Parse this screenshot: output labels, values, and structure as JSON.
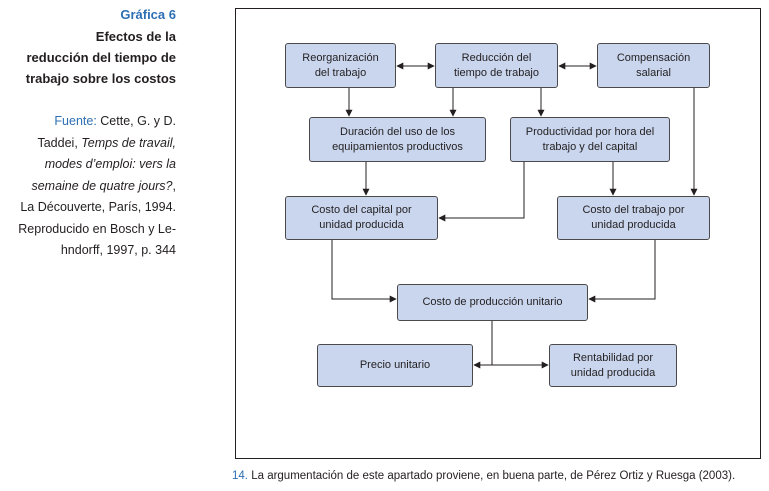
{
  "figure": {
    "label": "Gráfica 6",
    "title_lines": [
      "Efectos de la",
      "reducción del tiempo de",
      "trabajo sobre los costos"
    ]
  },
  "source": {
    "label": "Fuente:",
    "line1": "Cette, G. y D.",
    "line2_plain": "Taddei, ",
    "line2_italic": "Temps de travail,",
    "line3_italic": "modes d’emploi: vers la",
    "line4_italic": "semaine de quatre jours?",
    "line4_plain": ",",
    "line5": "La Découverte, París, 1994.",
    "line6": "Reproducido en Bosch y Le-",
    "line7": "hndorff, 1997, p. 344"
  },
  "diagram": {
    "reorganizacion": [
      "Reorganización",
      "del trabajo"
    ],
    "reduccion": [
      "Reducción del",
      "tiempo de trabajo"
    ],
    "compensacion": [
      "Compensación",
      "salarial"
    ],
    "duracion": [
      "Duración del uso de los",
      "equipamientos productivos"
    ],
    "productividad": [
      "Productividad por hora del",
      "trabajo y del capital"
    ],
    "costo_capital": [
      "Costo del capital por",
      "unidad producida"
    ],
    "costo_trabajo": [
      "Costo del trabajo por",
      "unidad producida"
    ],
    "costo_produccion": [
      "Costo de producción unitario"
    ],
    "precio": [
      "Precio unitario"
    ],
    "rentabilidad": [
      "Rentabilidad por",
      "unidad producida"
    ]
  },
  "footnote": {
    "number": "14.",
    "text": "La argumentación de este apartado proviene, en buena parte, de Pérez Ortiz y Ruesga (2003)."
  }
}
